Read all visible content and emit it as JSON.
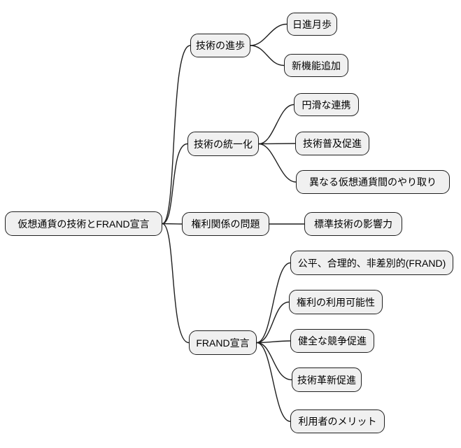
{
  "diagram": {
    "type": "mindmap",
    "background": "#ffffff",
    "colors": {
      "node_fill": "#f0f0f0",
      "node_border": "#1f1f1f",
      "connector": "#1f1f1f",
      "text": "#000000"
    },
    "root": {
      "label": "仮想通貨の技術とFRAND宣言"
    },
    "branches": [
      {
        "label": "技術の進歩",
        "children": [
          {
            "label": "日進月歩"
          },
          {
            "label": "新機能追加"
          }
        ]
      },
      {
        "label": "技術の統一化",
        "children": [
          {
            "label": "円滑な連携"
          },
          {
            "label": "技術普及促進"
          },
          {
            "label": "異なる仮想通貨間のやり取り"
          }
        ]
      },
      {
        "label": "権利関係の問題",
        "children": [
          {
            "label": "標準技術の影響力"
          }
        ]
      },
      {
        "label": "FRAND宣言",
        "children": [
          {
            "label": "公平、合理的、非差別的(FRAND)"
          },
          {
            "label": "権利の利用可能性"
          },
          {
            "label": "健全な競争促進"
          },
          {
            "label": "技術革新促進"
          },
          {
            "label": "利用者のメリット"
          }
        ]
      }
    ]
  }
}
